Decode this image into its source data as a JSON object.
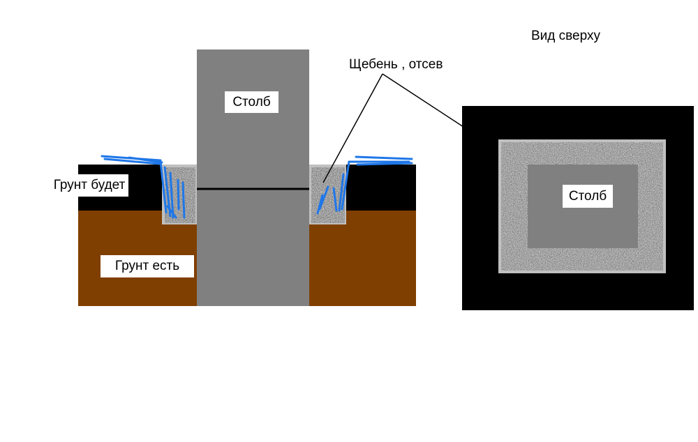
{
  "labels": {
    "top_view": "Вид сверху",
    "gravel": "Щебень , отсев",
    "post_side": "Столб",
    "post_top": "Столб",
    "future_soil": "Грунт будет",
    "existing_soil": "Грунт есть"
  },
  "colors": {
    "existing_soil": "#7f3f00",
    "future_soil": "#000000",
    "post": "#808080",
    "gravel_fill": "#c0c0c0",
    "gravel_speckle": "#4a4a4a",
    "water": "#1f77e8",
    "outline": "#000000"
  }
}
